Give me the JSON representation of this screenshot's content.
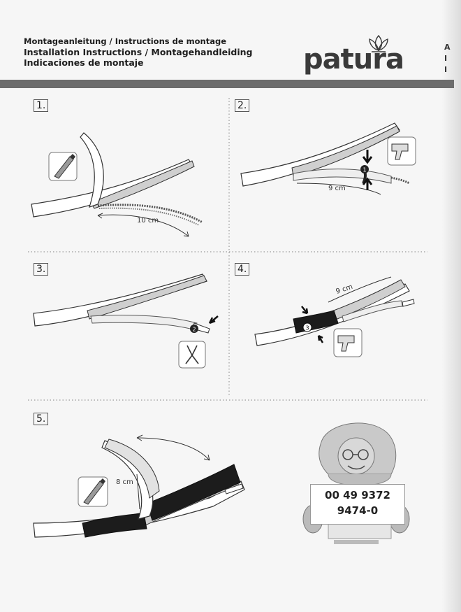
{
  "header": {
    "lines": [
      "Montageanleitung / Instructions de montage",
      "Installation Instructions / Montagehandleiding",
      "Indicaciones de montaje"
    ],
    "brand": "patura"
  },
  "side_fragment": [
    "A",
    "I",
    "I"
  ],
  "steps": [
    {
      "number": "1.",
      "measure": "10 cm",
      "tool_icon": "cutter-knife-icon"
    },
    {
      "number": "2.",
      "measure": "9 cm",
      "marker": "1",
      "tool_icon": "heat-gun-icon"
    },
    {
      "number": "3.",
      "marker": "2",
      "tool_icon": "crimping-pliers-icon"
    },
    {
      "number": "4.",
      "measure": "9 cm",
      "marker": "3",
      "tool_icon": "heat-gun-icon"
    },
    {
      "number": "5.",
      "measure": "8 cm",
      "tool_icon": "cutter-knife-icon"
    }
  ],
  "support": {
    "phone_line1": "00 49 9372",
    "phone_line2": "9474-0",
    "mascot": "cartoon-mascot-holding-sign"
  },
  "colors": {
    "band": "#6c6c6c",
    "tape_dark": "#1c1c1c"
  }
}
